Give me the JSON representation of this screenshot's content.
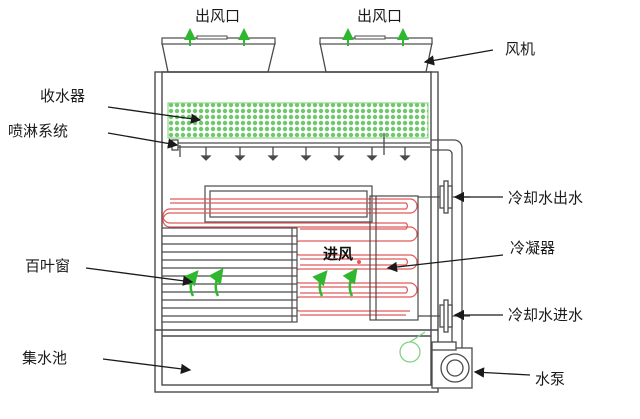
{
  "labels": {
    "outlet_left": "出风口",
    "outlet_right": "出风口",
    "fan": "风机",
    "water_collector": "收水器",
    "spray_system": "喷淋系统",
    "cooling_water_out": "冷却水出水",
    "louver": "百叶窗",
    "air_inlet": "进风",
    "condenser": "冷凝器",
    "cooling_water_in": "冷却水进水",
    "sump": "集水池",
    "pump": "水泵"
  },
  "colors": {
    "outline": "#4a4a4a",
    "collector_fill": "#7cd07a",
    "coil": "#e05a5a",
    "air_arrow": "#2fb82f",
    "label_arrow": "#1a1a1a"
  }
}
